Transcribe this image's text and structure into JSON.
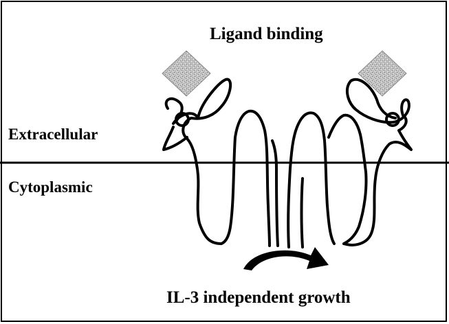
{
  "diagram": {
    "title": "Ligand binding",
    "extracellular_label": "Extracellular",
    "cytoplasmic_label": "Cytoplasmic",
    "outcome_label": "IL-3 independent growth"
  }
}
